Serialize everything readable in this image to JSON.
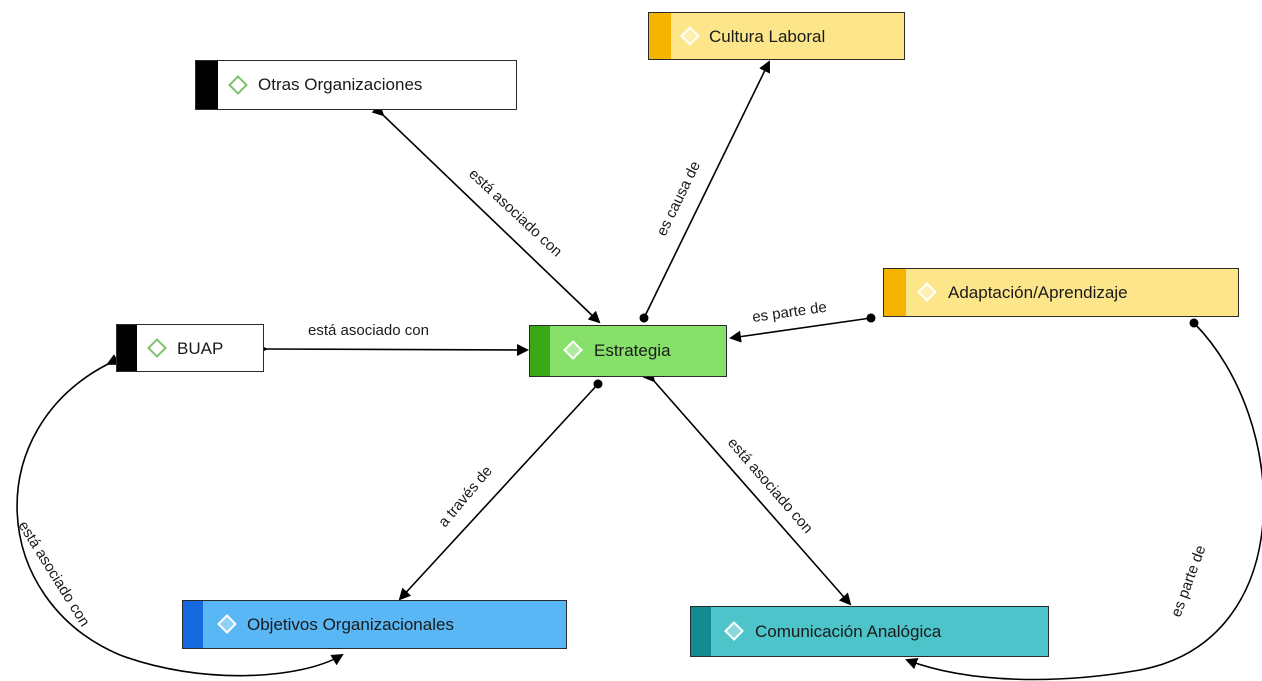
{
  "nodes": {
    "cultura": {
      "label": "Cultura Laboral",
      "fill": "#fde68a",
      "strip": "#f5b400"
    },
    "otras": {
      "label": "Otras Organizaciones",
      "fill": "#ffffff",
      "strip": "#000000"
    },
    "adaptacion": {
      "label": "Adaptación/Aprendizaje",
      "fill": "#fde68a",
      "strip": "#f5b400"
    },
    "buap": {
      "label": "BUAP",
      "fill": "#ffffff",
      "strip": "#000000"
    },
    "estrategia": {
      "label": "Estrategia",
      "fill": "#86e06a",
      "strip": "#3aa817"
    },
    "objetivos": {
      "label": "Objetivos Organizacionales",
      "fill": "#5ab7f5",
      "strip": "#1769e0"
    },
    "comunicacion": {
      "label": "Comunicación Analógica",
      "fill": "#4cc4c9",
      "strip": "#138a8f"
    }
  },
  "relations": {
    "otras_estrategia": "está asociado con",
    "estrategia_cultura": "es causa de",
    "adaptacion_estrategia": "es parte de",
    "buap_estrategia": "está asociado con",
    "estrategia_objetivos": "a través de",
    "estrategia_comunicacion": "está asociado con",
    "buap_objetivos": "está asociado con",
    "adaptacion_comunicacion": "es parte de"
  }
}
